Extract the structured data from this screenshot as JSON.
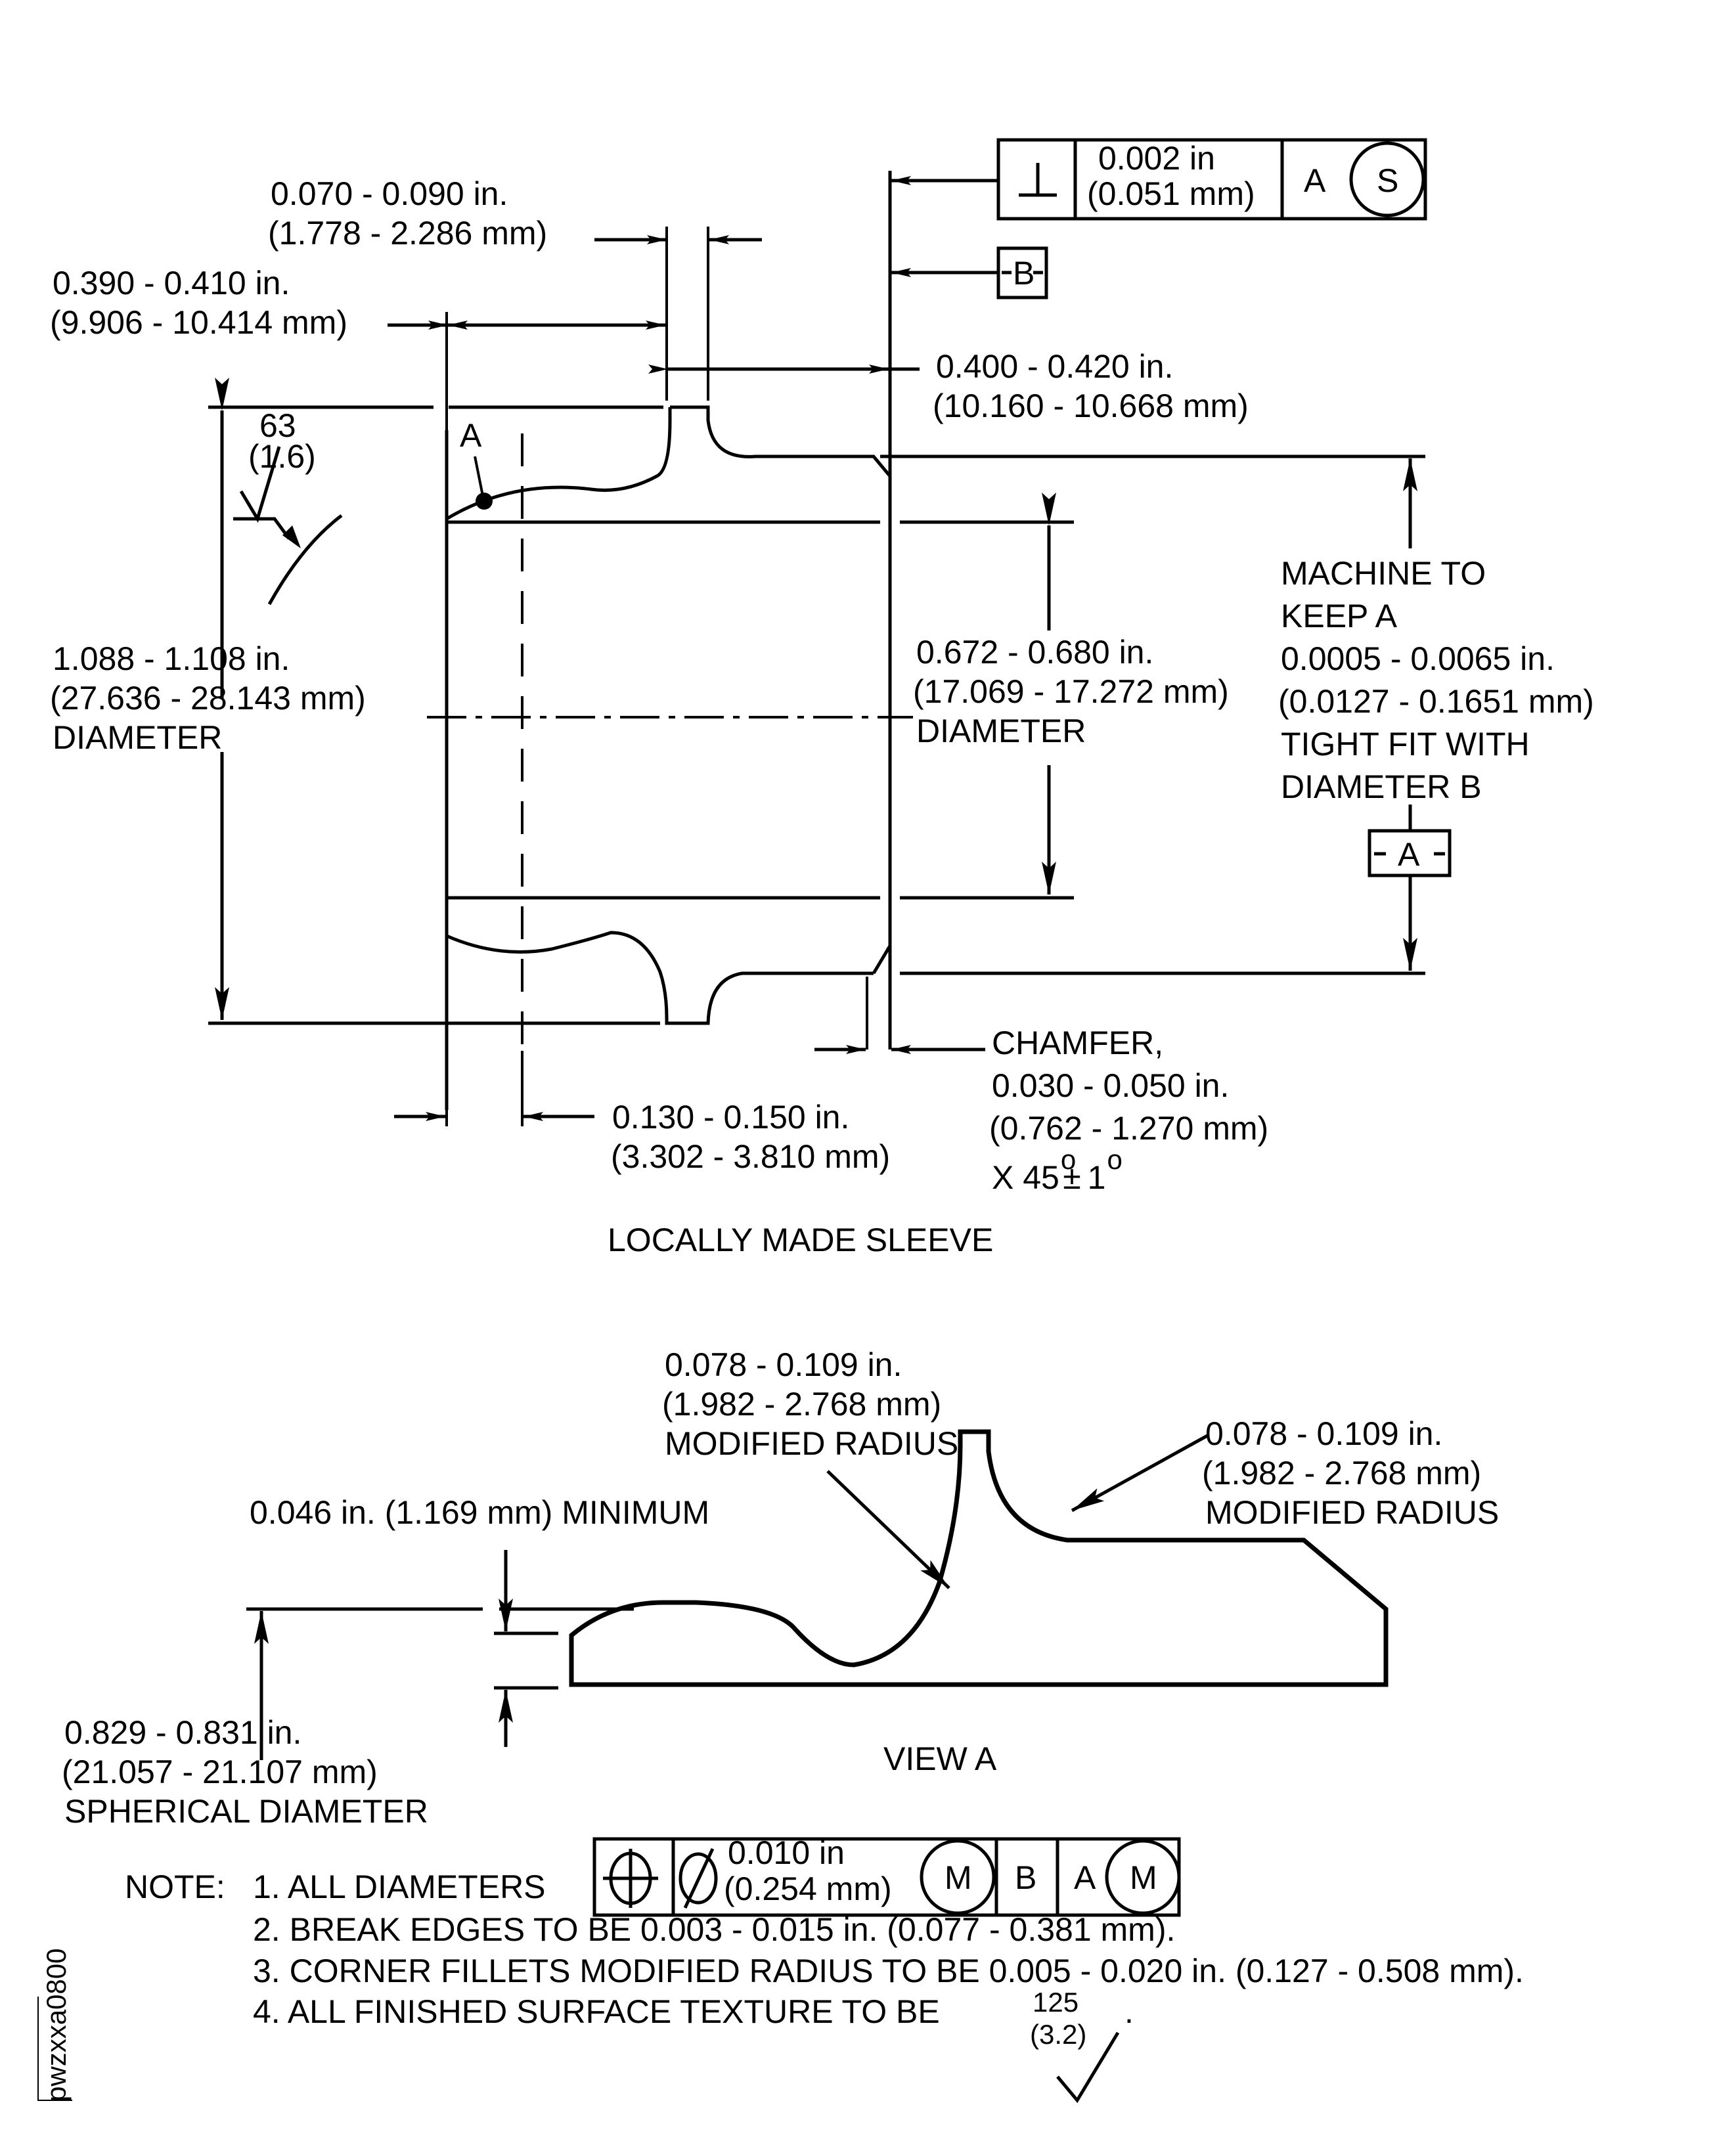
{
  "drawing_id": "pwzxxa0800",
  "sleeve": {
    "title": "LOCALLY MADE SLEEVE",
    "dim_groove_width": [
      "0.070 - 0.090 in.",
      "(1.778 - 2.286 mm)"
    ],
    "dim_flange_to_groove": [
      "0.390 - 0.410 in.",
      "(9.906 - 10.414 mm)"
    ],
    "dim_groove_to_end": [
      "0.400 - 0.420 in.",
      "(10.160 - 10.668 mm)"
    ],
    "dim_outer_diameter": [
      "1.088 - 1.108 in.",
      "(27.636 - 28.143 mm)",
      "DIAMETER"
    ],
    "dim_inner_diameter": [
      "0.672 - 0.680 in.",
      "(17.069 - 17.272 mm)",
      "DIAMETER"
    ],
    "dim_sphere_offset": [
      "0.130 - 0.150 in.",
      "(3.302 - 3.810 mm)"
    ],
    "chamfer": [
      "CHAMFER,",
      "0.030 - 0.050 in.",
      "(0.762 - 1.270 mm)"
    ],
    "chamfer_angle": {
      "prefix": "X 45",
      "pm": "±",
      "tol": "1",
      "deg": "o"
    },
    "machine_note": [
      "MACHINE TO",
      "KEEP A",
      "0.0005 - 0.0065 in.",
      "(0.0127 - 0.1651 mm)",
      "TIGHT FIT WITH",
      "DIAMETER B"
    ],
    "surface_texture": {
      "value": "63",
      "metric": "(1.6)"
    },
    "view_label": "A",
    "datum_a": "A",
    "datum_b": "B",
    "perpendicularity_frame": {
      "symbol": "perpendicularity",
      "tolerance_in": "0.002 in",
      "tolerance_mm": "(0.051 mm)",
      "datum": "A",
      "modifier": "S"
    }
  },
  "view_a": {
    "title": "VIEW A",
    "dim_min_thickness": "0.046 in. (1.169 mm) MINIMUM",
    "radius_left": [
      "0.078 - 0.109 in.",
      "(1.982 - 2.768 mm)",
      "MODIFIED RADIUS"
    ],
    "radius_right": [
      "0.078 - 0.109 in.",
      "(1.982 - 2.768 mm)",
      "MODIFIED RADIUS"
    ],
    "spherical_diameter": [
      "0.829 - 0.831 in.",
      "(21.057 - 21.107 mm)",
      "SPHERICAL DIAMETER"
    ]
  },
  "notes": {
    "label": "NOTE:",
    "items": [
      "1. ALL DIAMETERS",
      "2. BREAK EDGES TO BE 0.003 - 0.015 in. (0.077 - 0.381 mm).",
      "3. CORNER FILLETS MODIFIED RADIUS TO BE 0.005 - 0.020 in. (0.127 - 0.508 mm).",
      "4. ALL FINISHED SURFACE TEXTURE TO BE"
    ],
    "note4_suffix": ".",
    "texture": {
      "value": "125",
      "metric": "(3.2)"
    },
    "position_frame": {
      "symbol": "position",
      "diameter_symbol": "Ø",
      "tolerance_in": "0.010 in",
      "tolerance_mm": "(0.254 mm)",
      "modifier_1": "M",
      "datum_1": "B",
      "datum_2": "A",
      "modifier_2": "M"
    }
  }
}
